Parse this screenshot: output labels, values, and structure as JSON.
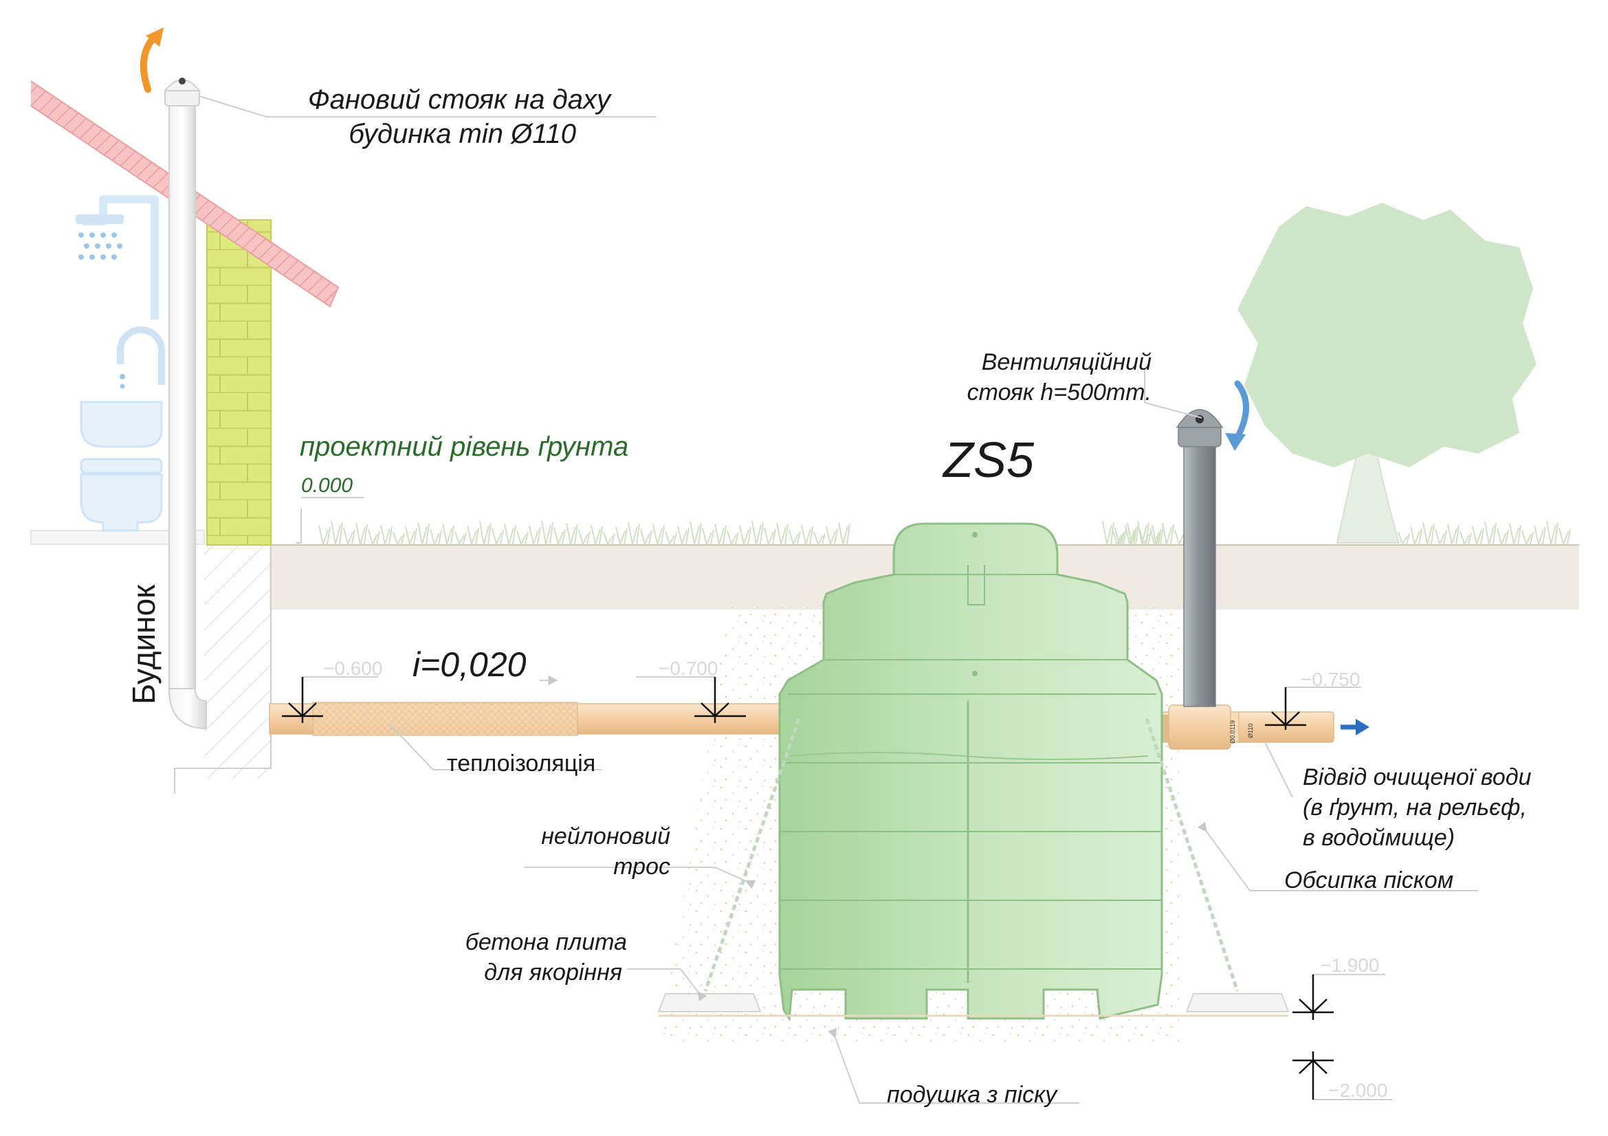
{
  "title": "ZS5",
  "labels": {
    "fan_riser_line1": "Фановий стояк на даху",
    "fan_riser_line2": "будинка min Ø110",
    "vent_riser_line1": "Вентиляційний",
    "vent_riser_line2": "стояк h=500mm.",
    "ground_level": "проектний рівень ґрунта",
    "ground_level_value": "0.000",
    "house": "Будинок",
    "slope": "i=0,020",
    "insulation": "теплоізоляція",
    "nylon_line1": "нейлоновий",
    "nylon_line2": "трос",
    "slab_line1": "бетона плита",
    "slab_line2": "для якоріння",
    "sand_cushion": "подушка з піску",
    "sand_backfill": "Обсипка піском",
    "outlet_line1": "Відвід очищеної води",
    "outlet_line2": "(в ґрунт, на рельєф,",
    "outlet_line3": "в водоймище)",
    "pipe_tag_1": "Ø0.0119",
    "pipe_tag_2": "Ø110"
  },
  "levels": {
    "inlet_start": "−0.600",
    "inlet_end": "−0.700",
    "outlet": "−0.750",
    "tank_bottom": "−1.900",
    "cushion_bottom": "−2.000"
  },
  "colors": {
    "tank": "#b5dcab",
    "tank_stroke": "#8fbf86",
    "pipe": "#f5d6b0",
    "soil": "#efebe3",
    "wall": "#dde87f",
    "roof": "#f5b5b5",
    "tree": "#cfe5c8",
    "vent": "#9da3a7",
    "arrow_orange": "#f0962a",
    "arrow_blue": "#5a9ad6",
    "arrow_outlet": "#2a6fc0",
    "ground_text": "#2a6a2a"
  }
}
